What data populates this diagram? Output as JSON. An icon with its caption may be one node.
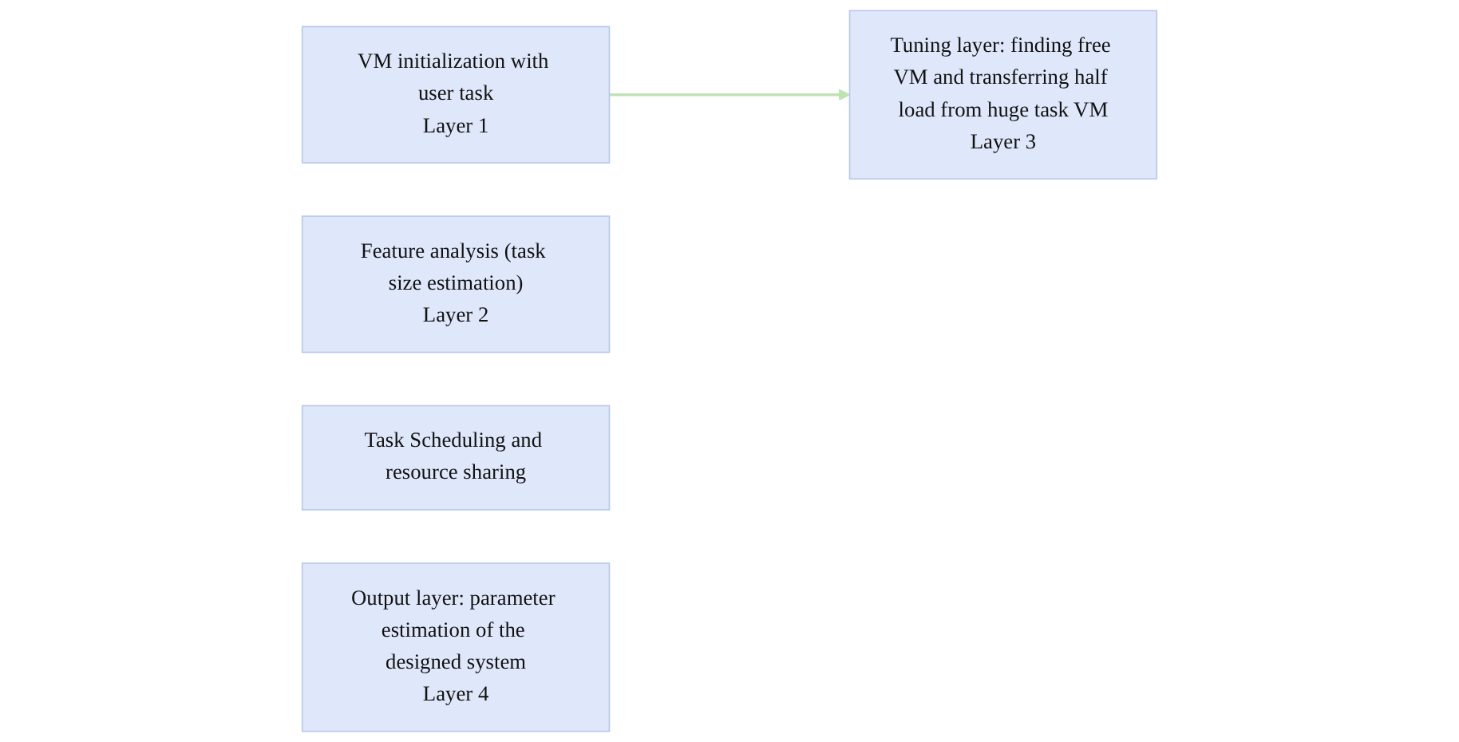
{
  "diagram": {
    "nodes": [
      {
        "text": [
          "VM initialization with user task",
          "Layer 1"
        ]
      },
      {
        "text": [
          "Feature analysis (task size estimation)",
          "Layer 2"
        ]
      },
      {
        "text": [
          "Tuning layer: finding free VM and transferring half load from huge task VM",
          "Layer 3"
        ]
      },
      {
        "text": [
          "Task Scheduling and resource sharing"
        ]
      },
      {
        "text": [
          "Output layer: parameter estimation of the designed system",
          "Layer 4"
        ]
      }
    ],
    "edges": [
      {
        "from": 0,
        "to": 2,
        "arrow": "to"
      }
    ]
  }
}
